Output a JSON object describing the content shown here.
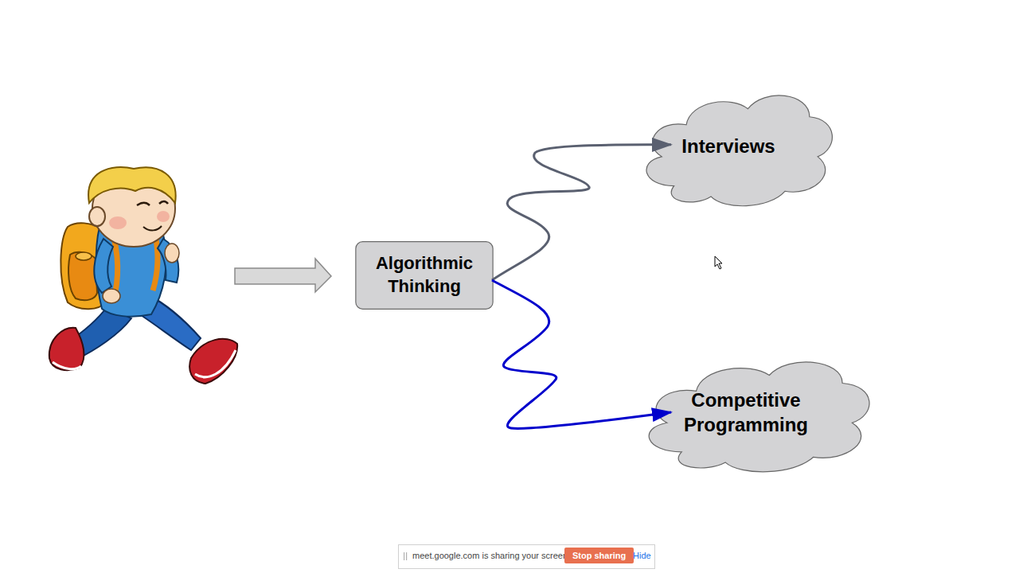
{
  "diagram": {
    "nodes": [
      {
        "text": [
          "Algorithmic Thinking"
        ]
      },
      {
        "text": [
          "Interviews"
        ]
      },
      {
        "text": [
          "Competitive Programming"
        ]
      }
    ],
    "edges": [
      {
        "from": 0,
        "to": 1,
        "arrow": "to"
      },
      {
        "from": 0,
        "to": 2,
        "arrow": "to"
      }
    ],
    "labels": [
      "meet.google.com is sharing your screen.",
      "Stop sharing",
      "Hide"
    ]
  }
}
